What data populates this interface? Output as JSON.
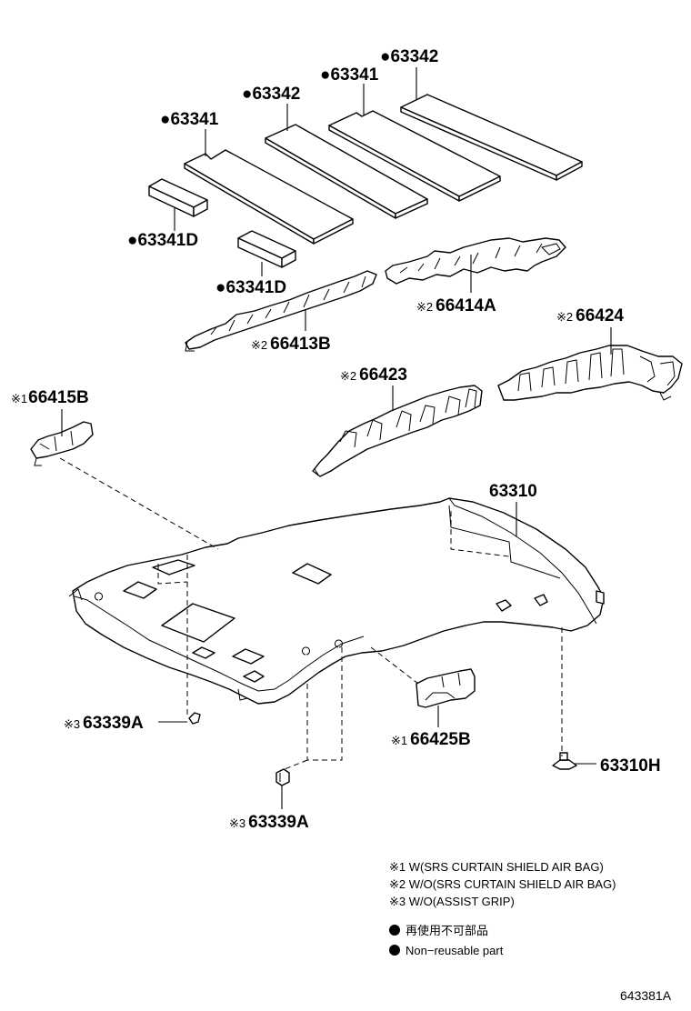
{
  "parts": {
    "p63342_top": {
      "marker": "●",
      "number": "63342"
    },
    "p63341_a": {
      "marker": "●",
      "number": "63341"
    },
    "p63342_b": {
      "marker": "●",
      "number": "63342"
    },
    "p63341_c": {
      "marker": "●",
      "number": "63341"
    },
    "p63341D_a": {
      "marker": "●",
      "number": "63341D"
    },
    "p63341D_b": {
      "marker": "●",
      "number": "63341D"
    },
    "p66414A": {
      "marker": "※2",
      "number": "66414A"
    },
    "p66413B": {
      "marker": "※2",
      "number": "66413B"
    },
    "p66424": {
      "marker": "※2",
      "number": "66424"
    },
    "p66423": {
      "marker": "※2",
      "number": "66423"
    },
    "p66415B": {
      "marker": "※1",
      "number": "66415B"
    },
    "p63310": {
      "marker": "",
      "number": "63310"
    },
    "p63339A_a": {
      "marker": "※3",
      "number": "63339A"
    },
    "p66425B": {
      "marker": "※1",
      "number": "66425B"
    },
    "p63310H": {
      "marker": "",
      "number": "63310H"
    },
    "p63339A_b": {
      "marker": "※3",
      "number": "63339A"
    }
  },
  "legend": {
    "note1": "※1  W(SRS CURTAIN SHIELD AIR BAG)",
    "note2": "※2  W/O(SRS CURTAIN SHIELD AIR BAG)",
    "note3": "※3  W/O(ASSIST GRIP)",
    "jp": "再使用不可部品",
    "en": "Non−reusable part"
  },
  "diagram_code": "643381A"
}
